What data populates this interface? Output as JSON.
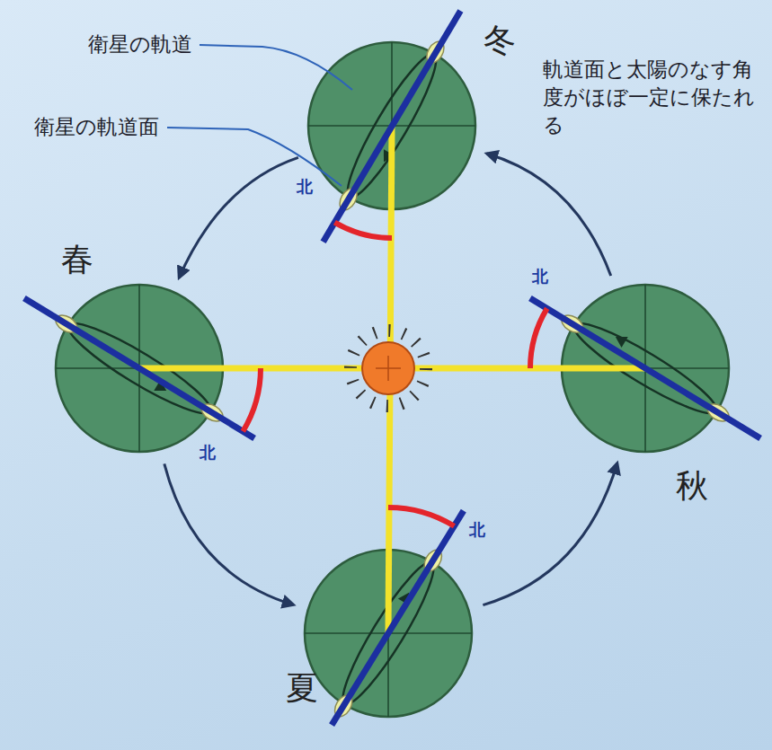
{
  "diagram": {
    "nodes": [
      {
        "text": [
          "冬"
        ]
      },
      {
        "text": [
          "春"
        ]
      },
      {
        "text": [
          "秋"
        ]
      },
      {
        "text": [
          "夏"
        ]
      }
    ],
    "edges": [
      {
        "from": 0,
        "to": 1,
        "arrow": "to"
      },
      {
        "from": 1,
        "to": 3,
        "arrow": "to"
      },
      {
        "from": 3,
        "to": 2,
        "arrow": "to"
      },
      {
        "from": 2,
        "to": 0,
        "arrow": "to"
      }
    ],
    "labels": [
      "衛星の軌道",
      "衛星の軌道面",
      "軌道面と太陽のなす角度がほぼ一定に保たれる",
      "北",
      "北",
      "北",
      "北"
    ]
  }
}
